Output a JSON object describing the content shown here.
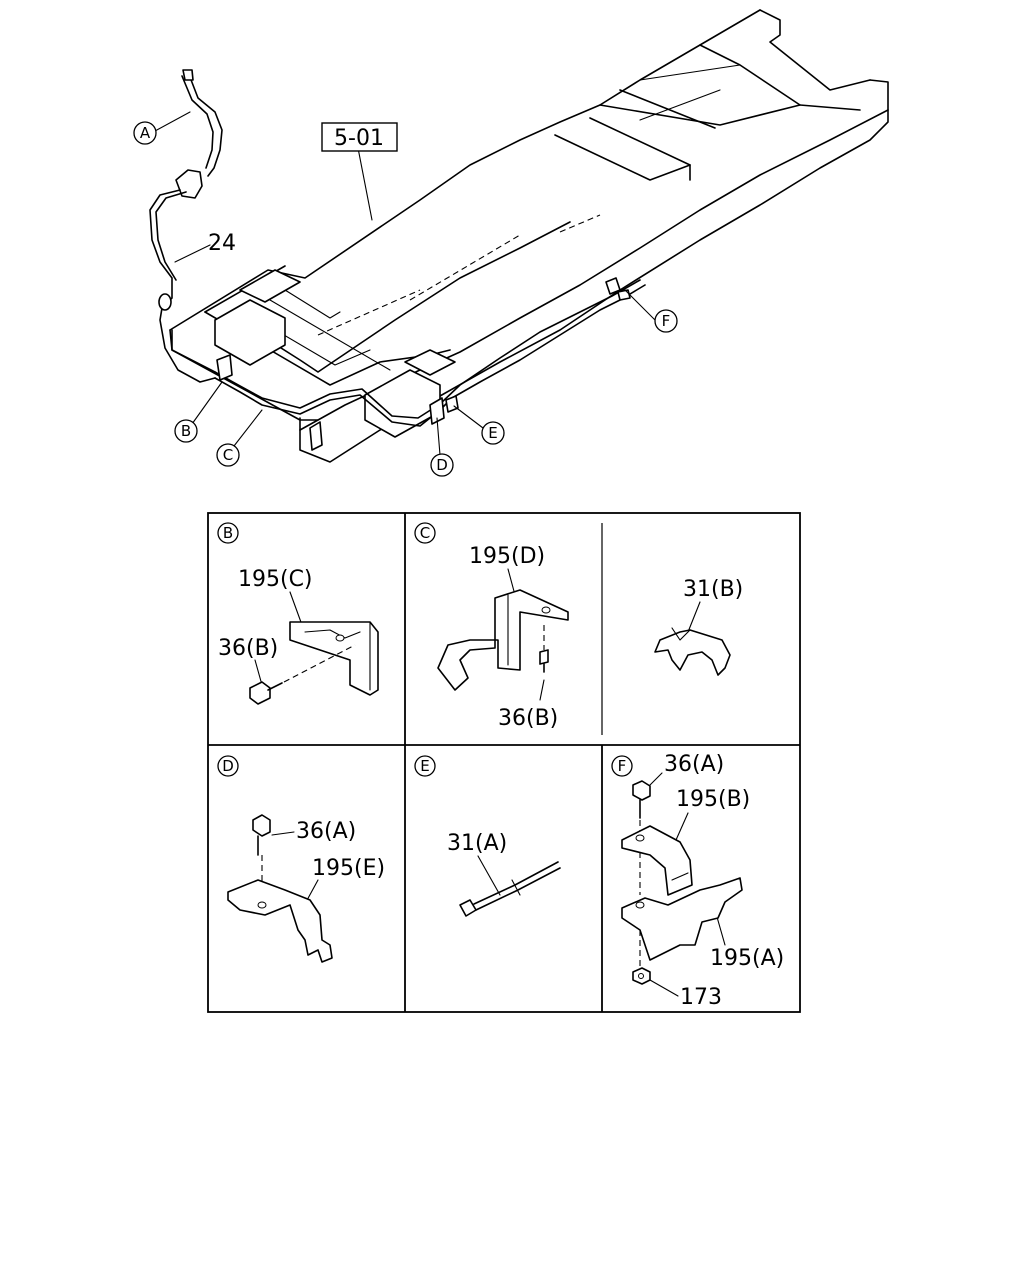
{
  "diagram": {
    "ref_box": "5-01",
    "main_callouts": {
      "a": "A",
      "b": "B",
      "c": "C",
      "d": "D",
      "e": "E",
      "f": "F"
    },
    "harness_part": "24",
    "panels": {
      "b": {
        "letter": "B",
        "parts": [
          "195(C)",
          "36(B)"
        ]
      },
      "c": {
        "letter": "C",
        "parts": [
          "195(D)",
          "36(B)"
        ]
      },
      "c2": {
        "parts": [
          "31(B)"
        ]
      },
      "d": {
        "letter": "D",
        "parts": [
          "36(A)",
          "195(E)"
        ]
      },
      "e": {
        "letter": "E",
        "parts": [
          "31(A)"
        ]
      },
      "f": {
        "letter": "F",
        "parts": [
          "36(A)",
          "195(B)",
          "195(A)",
          "173"
        ]
      }
    }
  }
}
